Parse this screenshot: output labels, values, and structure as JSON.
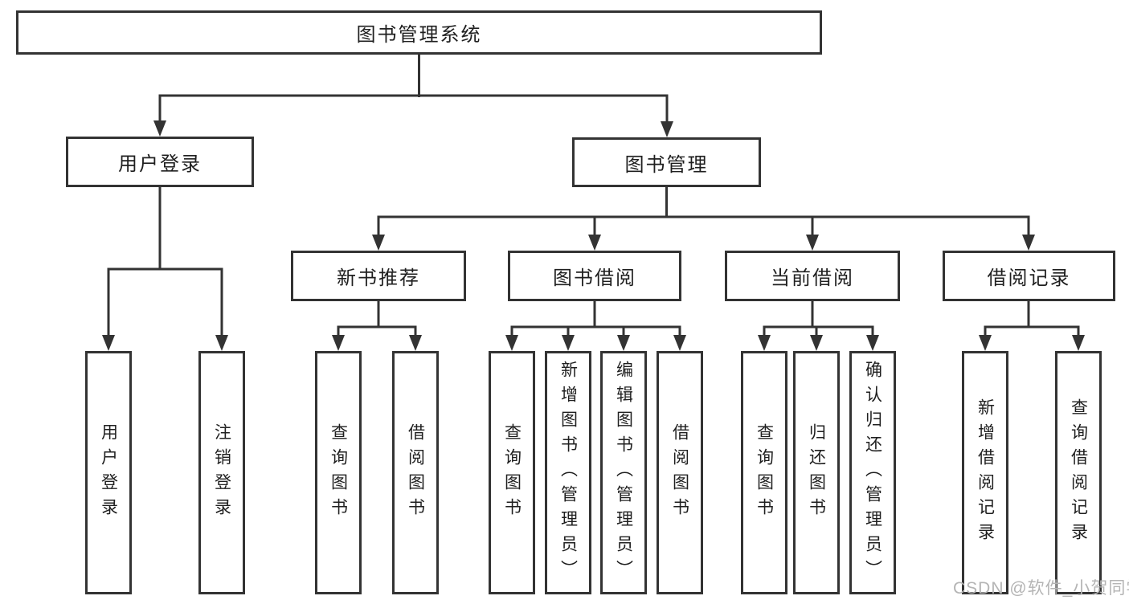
{
  "tree": {
    "label": "图书管理系统",
    "children": [
      {
        "label": "用户登录",
        "children": [
          {
            "label": "用户登录"
          },
          {
            "label": "注销登录"
          }
        ]
      },
      {
        "label": "图书管理",
        "children": [
          {
            "label": "新书推荐",
            "children": [
              {
                "label": "查询图书"
              },
              {
                "label": "借阅图书"
              }
            ]
          },
          {
            "label": "图书借阅",
            "children": [
              {
                "label": "查询图书"
              },
              {
                "label": "新增图书（管理员）"
              },
              {
                "label": "编辑图书（管理员）"
              },
              {
                "label": "借阅图书"
              }
            ]
          },
          {
            "label": "当前借阅",
            "children": [
              {
                "label": "查询图书"
              },
              {
                "label": "归还图书"
              },
              {
                "label": "确认归还（管理员）"
              }
            ]
          },
          {
            "label": "借阅记录",
            "children": [
              {
                "label": "新增借阅记录"
              },
              {
                "label": "查询借阅记录"
              }
            ]
          }
        ]
      }
    ]
  },
  "watermark": {
    "text": "CSDN @软件_小贺同学"
  },
  "colors": {
    "line": "#333333",
    "text": "#1f1f1f",
    "background": "#ffffff",
    "watermark": "#b4b4b4"
  }
}
